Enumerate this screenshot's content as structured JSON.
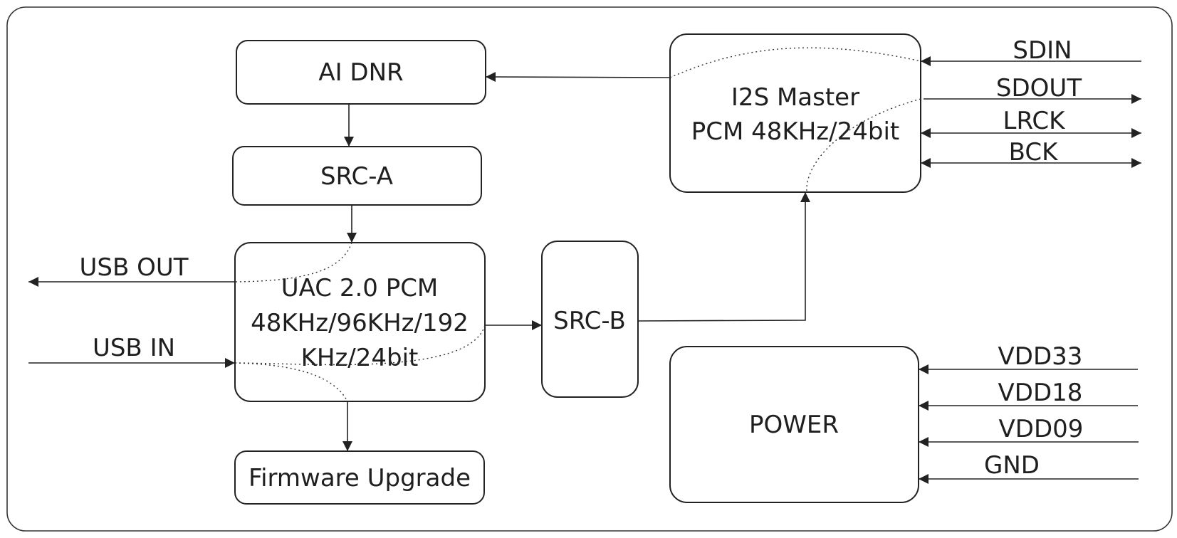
{
  "diagram": {
    "title": "",
    "blocks": {
      "ai_dnr": "AI DNR",
      "src_a": "SRC-A",
      "uac_line1": "UAC 2.0 PCM",
      "uac_line2": "48KHz/96KHz/192",
      "uac_line3": "KHz/24bit",
      "src_b": "SRC-B",
      "firmware": "Firmware Upgrade",
      "i2s_line1": "I2S Master",
      "i2s_line2": "PCM 48KHz/24bit",
      "power": "POWER"
    },
    "usb_signals": {
      "usb_out": "USB OUT",
      "usb_in": "USB IN"
    },
    "i2s_signals": [
      "SDIN",
      "SDOUT",
      "LRCK",
      "BCK"
    ],
    "power_signals": [
      "VDD33",
      "VDD18",
      "VDD09",
      "GND"
    ]
  }
}
